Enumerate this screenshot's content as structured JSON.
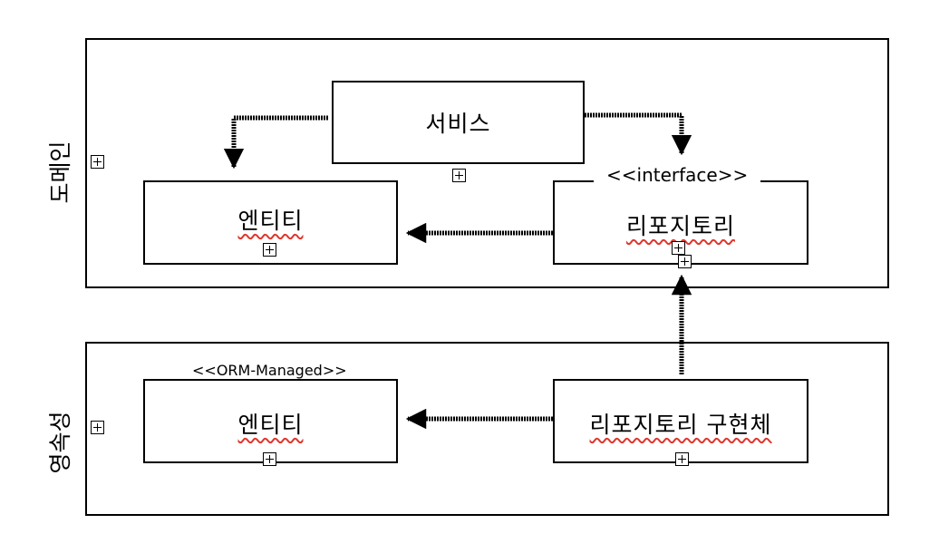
{
  "layers": {
    "domain": {
      "label": "도메인"
    },
    "persistence": {
      "label": "영속성"
    }
  },
  "boxes": {
    "service": {
      "label": "서비스"
    },
    "domain_entity": {
      "label": "엔티티"
    },
    "repository": {
      "label": "리포지토리",
      "stereotype": "<<interface>>"
    },
    "persistence_entity": {
      "label": "엔티티",
      "stereotype": "<<ORM-Managed>>"
    },
    "repository_impl": {
      "label": "리포지토리 구현체"
    }
  },
  "colors": {
    "line": "#000000",
    "spellcheck_underline": "#e0362c"
  },
  "icons": {
    "expand": "expand-plus-icon"
  }
}
